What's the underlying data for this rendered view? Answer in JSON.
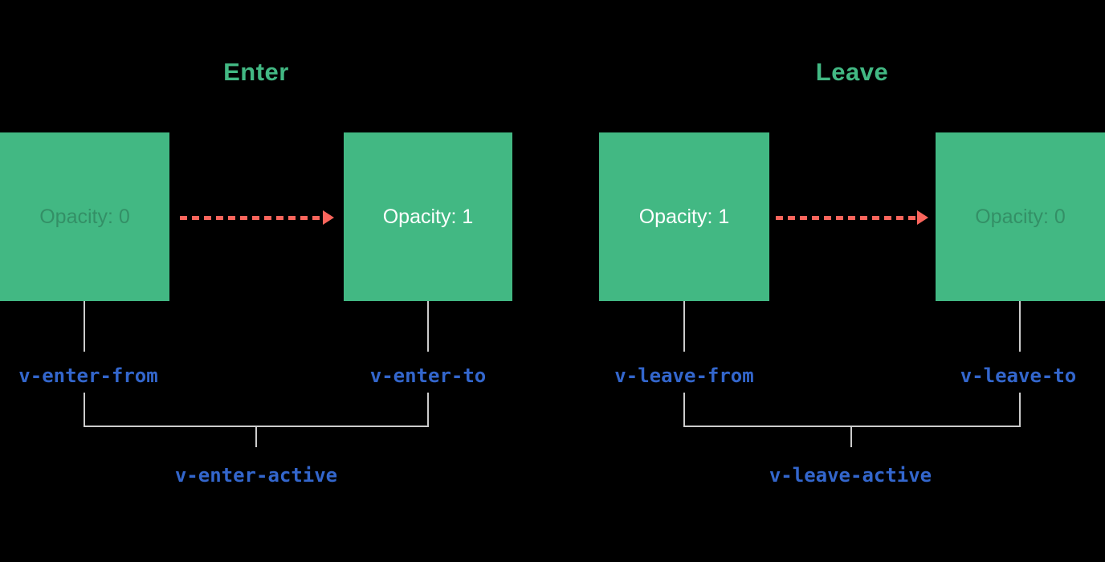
{
  "colors": {
    "bg": "#000000",
    "green": "#42b883",
    "red": "#fb655c",
    "blue": "#3366cc",
    "line": "#cccccc",
    "white": "#ffffff",
    "faded": "rgba(0,0,0,0.22)"
  },
  "sections": [
    {
      "title": "Enter",
      "from_box": {
        "label": "Opacity: 0"
      },
      "to_box": {
        "label": "Opacity: 1"
      },
      "from_class": "v-enter-from",
      "to_class": "v-enter-to",
      "active_class": "v-enter-active"
    },
    {
      "title": "Leave",
      "from_box": {
        "label": "Opacity: 1"
      },
      "to_box": {
        "label": "Opacity: 0"
      },
      "from_class": "v-leave-from",
      "to_class": "v-leave-to",
      "active_class": "v-leave-active"
    }
  ]
}
